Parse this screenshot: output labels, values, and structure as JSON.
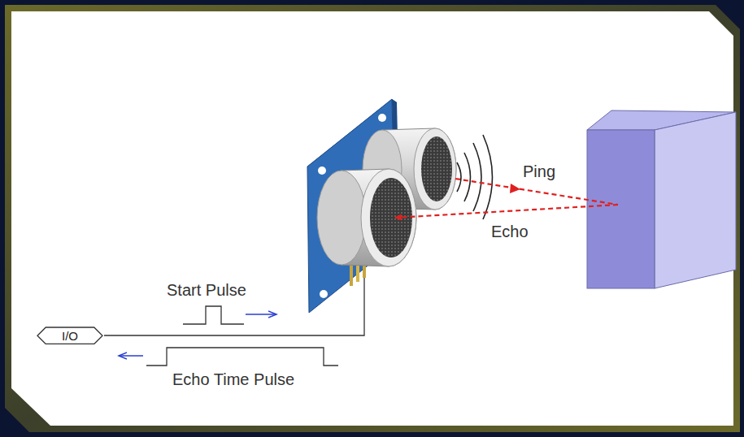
{
  "diagram": {
    "nodes": [
      {
        "text": [
          "I/O"
        ]
      }
    ],
    "labels": [
      "Ping",
      "Echo",
      "Start Pulse",
      "Echo Time Pulse"
    ]
  }
}
